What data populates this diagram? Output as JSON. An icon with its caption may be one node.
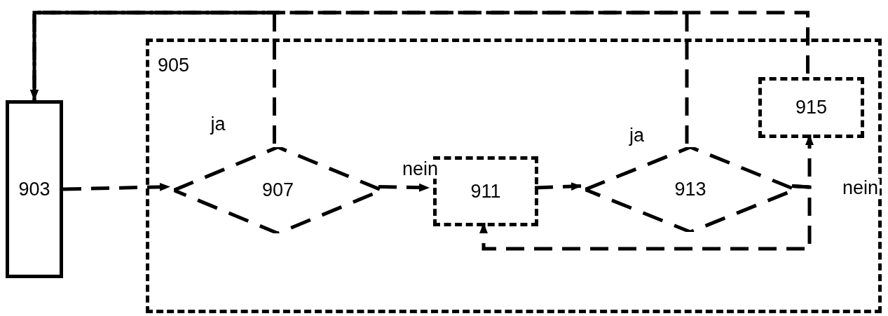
{
  "diagram": {
    "nodes": [
      {
        "text": [
          "903"
        ]
      },
      {
        "text": [
          "905"
        ]
      },
      {
        "text": [
          "907"
        ],
        "in": 1
      },
      {
        "text": [
          "911"
        ],
        "in": 1
      },
      {
        "text": [
          "913"
        ],
        "in": 1
      },
      {
        "text": [
          "915"
        ],
        "in": 1
      }
    ],
    "edges": [
      {
        "from": 0,
        "to": 2,
        "arrow": "to",
        "style": "dashed"
      },
      {
        "from": 2,
        "to": 0,
        "arrow": "to",
        "style": "dashed",
        "label": "ja"
      },
      {
        "from": 2,
        "to": 3,
        "arrow": "to",
        "style": "dashed",
        "label": "nein"
      },
      {
        "from": 3,
        "to": 4,
        "arrow": "to",
        "style": "dashed"
      },
      {
        "from": 4,
        "to": 0,
        "arrow": "to",
        "style": "dashed",
        "label": "ja"
      },
      {
        "from": 4,
        "to": 5,
        "arrow": "to",
        "style": "dashed",
        "label": "nein"
      },
      {
        "from": 4,
        "to": 3,
        "arrow": "to",
        "style": "dashed"
      },
      {
        "from": 5,
        "to": 0,
        "arrow": "to",
        "style": "dashed"
      }
    ]
  }
}
